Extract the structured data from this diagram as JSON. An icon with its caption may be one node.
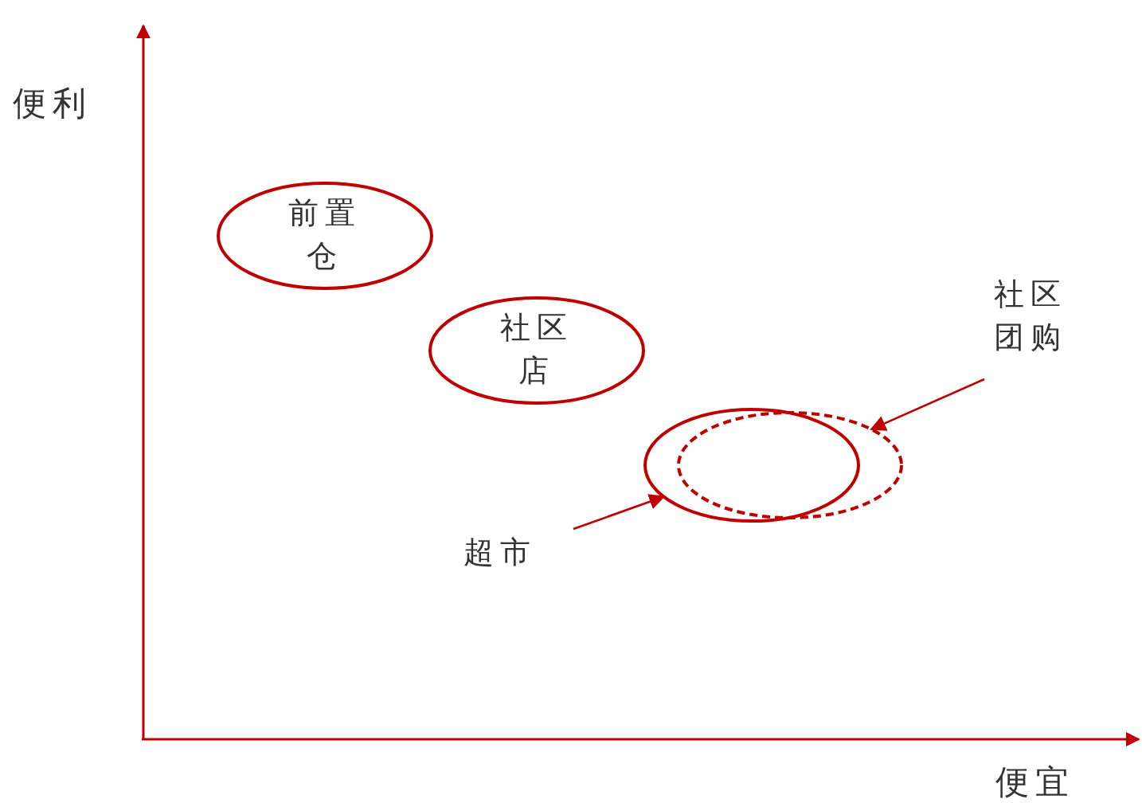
{
  "diagram": {
    "nodes": [
      {
        "text": [
          "前置仓"
        ]
      },
      {
        "text": [
          "社区店"
        ]
      },
      {
        "text": [],
        "shape": "ellipse"
      },
      {
        "text": [],
        "shape": "ellipse"
      },
      {
        "text": [
          "超市"
        ]
      },
      {
        "text": [
          "社区团购"
        ]
      }
    ],
    "edges": [
      {
        "from": 4,
        "to": 2,
        "arrow": "to"
      },
      {
        "from": 5,
        "to": 3,
        "arrow": "to"
      }
    ],
    "labels": [
      "便利",
      "便宜"
    ]
  }
}
